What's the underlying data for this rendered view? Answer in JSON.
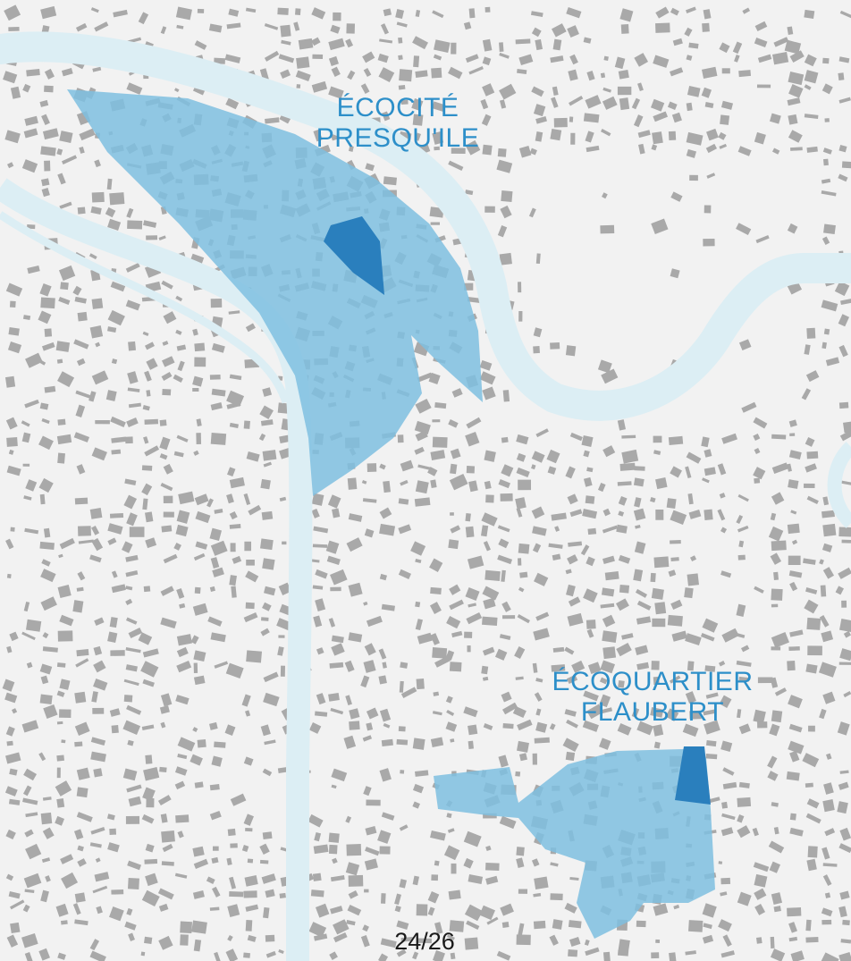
{
  "map": {
    "colors": {
      "background": "#f2f2f2",
      "buildings": "#a9a9a9",
      "river": "#dceef4",
      "district_fill": "#7fbfe0",
      "highlight_fill": "#2a7fbd",
      "label": "#2d8fc9"
    },
    "districts": [
      {
        "label_line1": "ÉCOCITÉ",
        "label_line2": "PRESQU'ILE"
      },
      {
        "label_line1": "ÉCOQUARTIER",
        "label_line2": "FLAUBERT"
      }
    ]
  },
  "page_indicator": "24/26"
}
